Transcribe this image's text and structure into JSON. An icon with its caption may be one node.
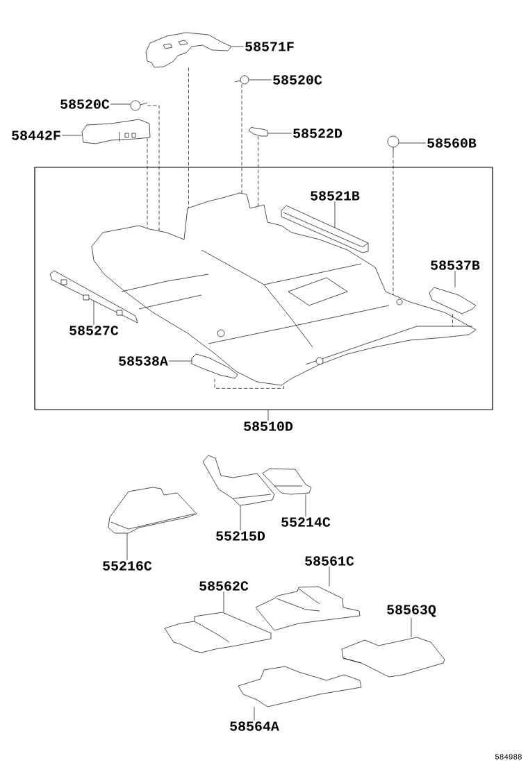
{
  "diagram": {
    "nodes": [
      {
        "text": [
          "58571F"
        ]
      },
      {
        "text": [],
        "shape": "picture"
      },
      {
        "text": [
          "58520C"
        ]
      },
      {
        "text": [],
        "shape": "circle"
      },
      {
        "text": [
          "58520C"
        ]
      },
      {
        "text": [],
        "shape": "circle"
      },
      {
        "text": [
          "58442F"
        ]
      },
      {
        "text": [],
        "shape": "picture"
      },
      {
        "text": [
          "58522D"
        ]
      },
      {
        "text": [],
        "shape": "picture"
      },
      {
        "text": [
          "58560B"
        ]
      },
      {
        "text": [],
        "shape": "circle"
      },
      {
        "text": [],
        "shape": "box"
      },
      {
        "text": [],
        "shape": "picture",
        "in": 12
      },
      {
        "text": [
          "58521B"
        ],
        "in": 12
      },
      {
        "text": [],
        "shape": "picture",
        "in": 12
      },
      {
        "text": [
          "58537B"
        ],
        "in": 12
      },
      {
        "text": [],
        "shape": "picture",
        "in": 12
      },
      {
        "text": [
          "58527C"
        ],
        "in": 12
      },
      {
        "text": [],
        "shape": "picture",
        "in": 12
      },
      {
        "text": [
          "58538A"
        ],
        "in": 12
      },
      {
        "text": [],
        "shape": "picture",
        "in": 12
      },
      {
        "text": [
          "58510D"
        ]
      },
      {
        "text": [],
        "shape": "picture"
      },
      {
        "text": [
          "55216C"
        ]
      },
      {
        "text": [],
        "shape": "picture"
      },
      {
        "text": [
          "55215D"
        ]
      },
      {
        "text": [],
        "shape": "picture"
      },
      {
        "text": [
          "55214C"
        ]
      },
      {
        "text": [
          "58561C"
        ]
      },
      {
        "text": [],
        "shape": "picture"
      },
      {
        "text": [
          "58562C"
        ]
      },
      {
        "text": [],
        "shape": "picture"
      },
      {
        "text": [
          "58563Q"
        ]
      },
      {
        "text": [],
        "shape": "picture"
      },
      {
        "text": [
          "58564A"
        ]
      },
      {
        "text": [],
        "shape": "picture"
      }
    ],
    "edges": [
      {
        "from": 0,
        "to": 1,
        "arrow": "none"
      },
      {
        "from": 2,
        "to": 3,
        "arrow": "none"
      },
      {
        "from": 4,
        "to": 5,
        "arrow": "none"
      },
      {
        "from": 6,
        "to": 7,
        "arrow": "none"
      },
      {
        "from": 8,
        "to": 9,
        "arrow": "none"
      },
      {
        "from": 10,
        "to": 11,
        "arrow": "none"
      },
      {
        "from": 14,
        "to": 15,
        "arrow": "none"
      },
      {
        "from": 16,
        "to": 17,
        "arrow": "none"
      },
      {
        "from": 18,
        "to": 19,
        "arrow": "none"
      },
      {
        "from": 20,
        "to": 21,
        "arrow": "none"
      },
      {
        "from": 22,
        "to": 12,
        "arrow": "none"
      },
      {
        "from": 24,
        "to": 23,
        "arrow": "none"
      },
      {
        "from": 26,
        "to": 25,
        "arrow": "none"
      },
      {
        "from": 28,
        "to": 27,
        "arrow": "none"
      },
      {
        "from": 29,
        "to": 30,
        "arrow": "none"
      },
      {
        "from": 31,
        "to": 32,
        "arrow": "none"
      },
      {
        "from": 33,
        "to": 34,
        "arrow": "none"
      },
      {
        "from": 35,
        "to": 36,
        "arrow": "none"
      },
      {
        "from": 1,
        "to": 13,
        "arrow": "none",
        "style": "dashed"
      },
      {
        "from": 3,
        "to": 13,
        "arrow": "none",
        "style": "dashed"
      },
      {
        "from": 5,
        "to": 13,
        "arrow": "none",
        "style": "dashed"
      },
      {
        "from": 7,
        "to": 13,
        "arrow": "none",
        "style": "dashed"
      },
      {
        "from": 9,
        "to": 13,
        "arrow": "none",
        "style": "dashed"
      },
      {
        "from": 11,
        "to": 13,
        "arrow": "none",
        "style": "dashed"
      },
      {
        "from": 17,
        "to": 13,
        "arrow": "none",
        "style": "dashed"
      },
      {
        "from": 21,
        "to": 13,
        "arrow": "none",
        "style": "dashed"
      }
    ],
    "labels": [
      "584988"
    ]
  }
}
